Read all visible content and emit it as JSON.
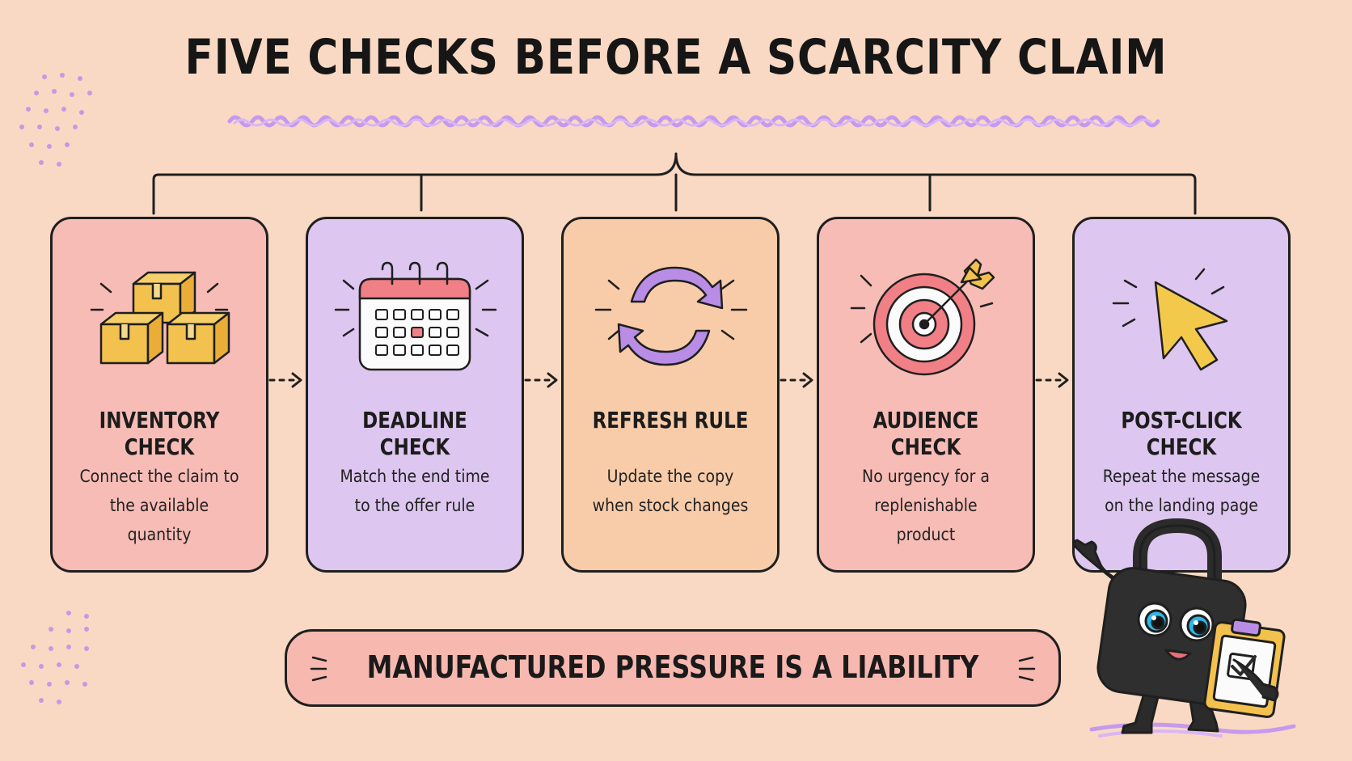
{
  "title": "FIVE CHECKS BEFORE A SCARCITY CLAIM",
  "colors": {
    "background": "#f9d9c3",
    "pink_card": "#f8bcb6",
    "purple_card": "#ddc6ef",
    "orange_card": "#f9cca9",
    "accent_purple": "#b88ee6",
    "accent_red": "#e46f6f",
    "accent_yellow": "#f3c94c"
  },
  "cards": [
    {
      "icon": "boxes-icon",
      "title": "INVENTORY CHECK",
      "line1": "Connect the claim to",
      "line2": "the available quantity"
    },
    {
      "icon": "calendar-icon",
      "title": "DEADLINE CHECK",
      "line1": "Match the end time",
      "line2": "to the offer rule"
    },
    {
      "icon": "refresh-icon",
      "title": "REFRESH RULE",
      "line1": "Update the copy",
      "line2": "when stock changes"
    },
    {
      "icon": "target-icon",
      "title": "AUDIENCE CHECK",
      "line1": "No urgency for a",
      "line2": "replenishable product"
    },
    {
      "icon": "cursor-icon",
      "title": "POST-CLICK CHECK",
      "line1": "Repeat the message",
      "line2": "on the landing page"
    }
  ],
  "banner": "MANUFACTURED PRESSURE IS A LIABILITY",
  "mascot": {
    "icon": "lock-mascot-icon",
    "held_item": "clipboard-checkmark-icon"
  }
}
